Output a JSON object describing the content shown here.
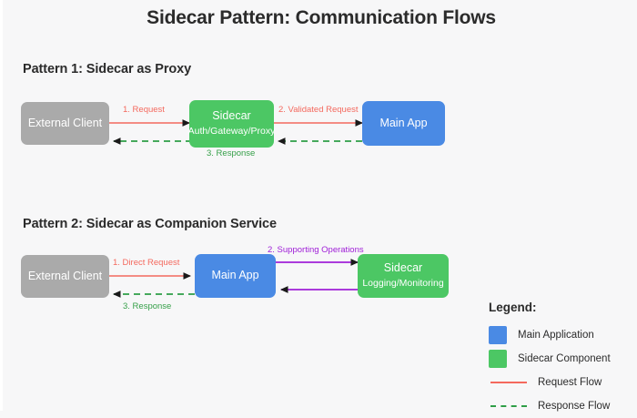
{
  "page": {
    "title": "Sidecar Pattern: Communication Flows",
    "background_color": "#f7f7f8"
  },
  "colors": {
    "main_application": "#4a8ae4",
    "sidecar_component": "#4cc764",
    "external_client": "#aaaaaa",
    "request_flow": "#f4695e",
    "response_flow": "#2e9e46",
    "supporting_flow": "#a020d8",
    "title_text": "#2b2b2b"
  },
  "patterns": [
    {
      "id": "pattern-1",
      "title": "Pattern 1: Sidecar as Proxy",
      "nodes": [
        {
          "id": "p1-external-client",
          "label": "External Client",
          "sublabel": "",
          "color": "gray"
        },
        {
          "id": "p1-sidecar",
          "label": "Sidecar",
          "sublabel": "Auth/Gateway/Proxy",
          "color": "green"
        },
        {
          "id": "p1-main-app",
          "label": "Main App",
          "sublabel": "",
          "color": "blue"
        }
      ],
      "edges": [
        {
          "id": "p1-request",
          "label": "1. Request",
          "style": "solid",
          "color_role": "request_flow",
          "from": "p1-external-client",
          "to": "p1-sidecar"
        },
        {
          "id": "p1-validated-request",
          "label": "2. Validated Request",
          "style": "solid",
          "color_role": "request_flow",
          "from": "p1-sidecar",
          "to": "p1-main-app"
        },
        {
          "id": "p1-response",
          "label": "3. Response",
          "style": "dashed",
          "color_role": "response_flow",
          "from": "p1-main-app",
          "to": "p1-external-client"
        }
      ]
    },
    {
      "id": "pattern-2",
      "title": "Pattern 2: Sidecar as Companion Service",
      "nodes": [
        {
          "id": "p2-external-client",
          "label": "External Client",
          "sublabel": "",
          "color": "gray"
        },
        {
          "id": "p2-main-app",
          "label": "Main App",
          "sublabel": "",
          "color": "blue"
        },
        {
          "id": "p2-sidecar",
          "label": "Sidecar",
          "sublabel": "Logging/Monitoring",
          "color": "green"
        }
      ],
      "edges": [
        {
          "id": "p2-direct-request",
          "label": "1. Direct Request",
          "style": "solid",
          "color_role": "request_flow",
          "from": "p2-external-client",
          "to": "p2-main-app"
        },
        {
          "id": "p2-supporting-operations",
          "label": "2. Supporting Operations",
          "style": "solid",
          "color_role": "supporting_flow",
          "from": "p2-main-app",
          "to": "p2-sidecar"
        },
        {
          "id": "p2-response",
          "label": "3. Response",
          "style": "dashed",
          "color_role": "response_flow",
          "from": "p2-main-app",
          "to": "p2-external-client"
        },
        {
          "id": "p2-sidecar-return",
          "label": "",
          "style": "solid",
          "color_role": "supporting_flow",
          "from": "p2-sidecar",
          "to": "p2-main-app"
        }
      ]
    }
  ],
  "legend": {
    "title": "Legend:",
    "items": [
      {
        "id": "legend-main-application",
        "label": "Main Application",
        "marker": "swatch",
        "color_role": "main_application"
      },
      {
        "id": "legend-sidecar-component",
        "label": "Sidecar Component",
        "marker": "swatch",
        "color_role": "sidecar_component"
      },
      {
        "id": "legend-request-flow",
        "label": "Request Flow",
        "marker": "solid-line",
        "color_role": "request_flow"
      },
      {
        "id": "legend-response-flow",
        "label": "Response Flow",
        "marker": "dashed-line",
        "color_role": "response_flow"
      }
    ]
  }
}
